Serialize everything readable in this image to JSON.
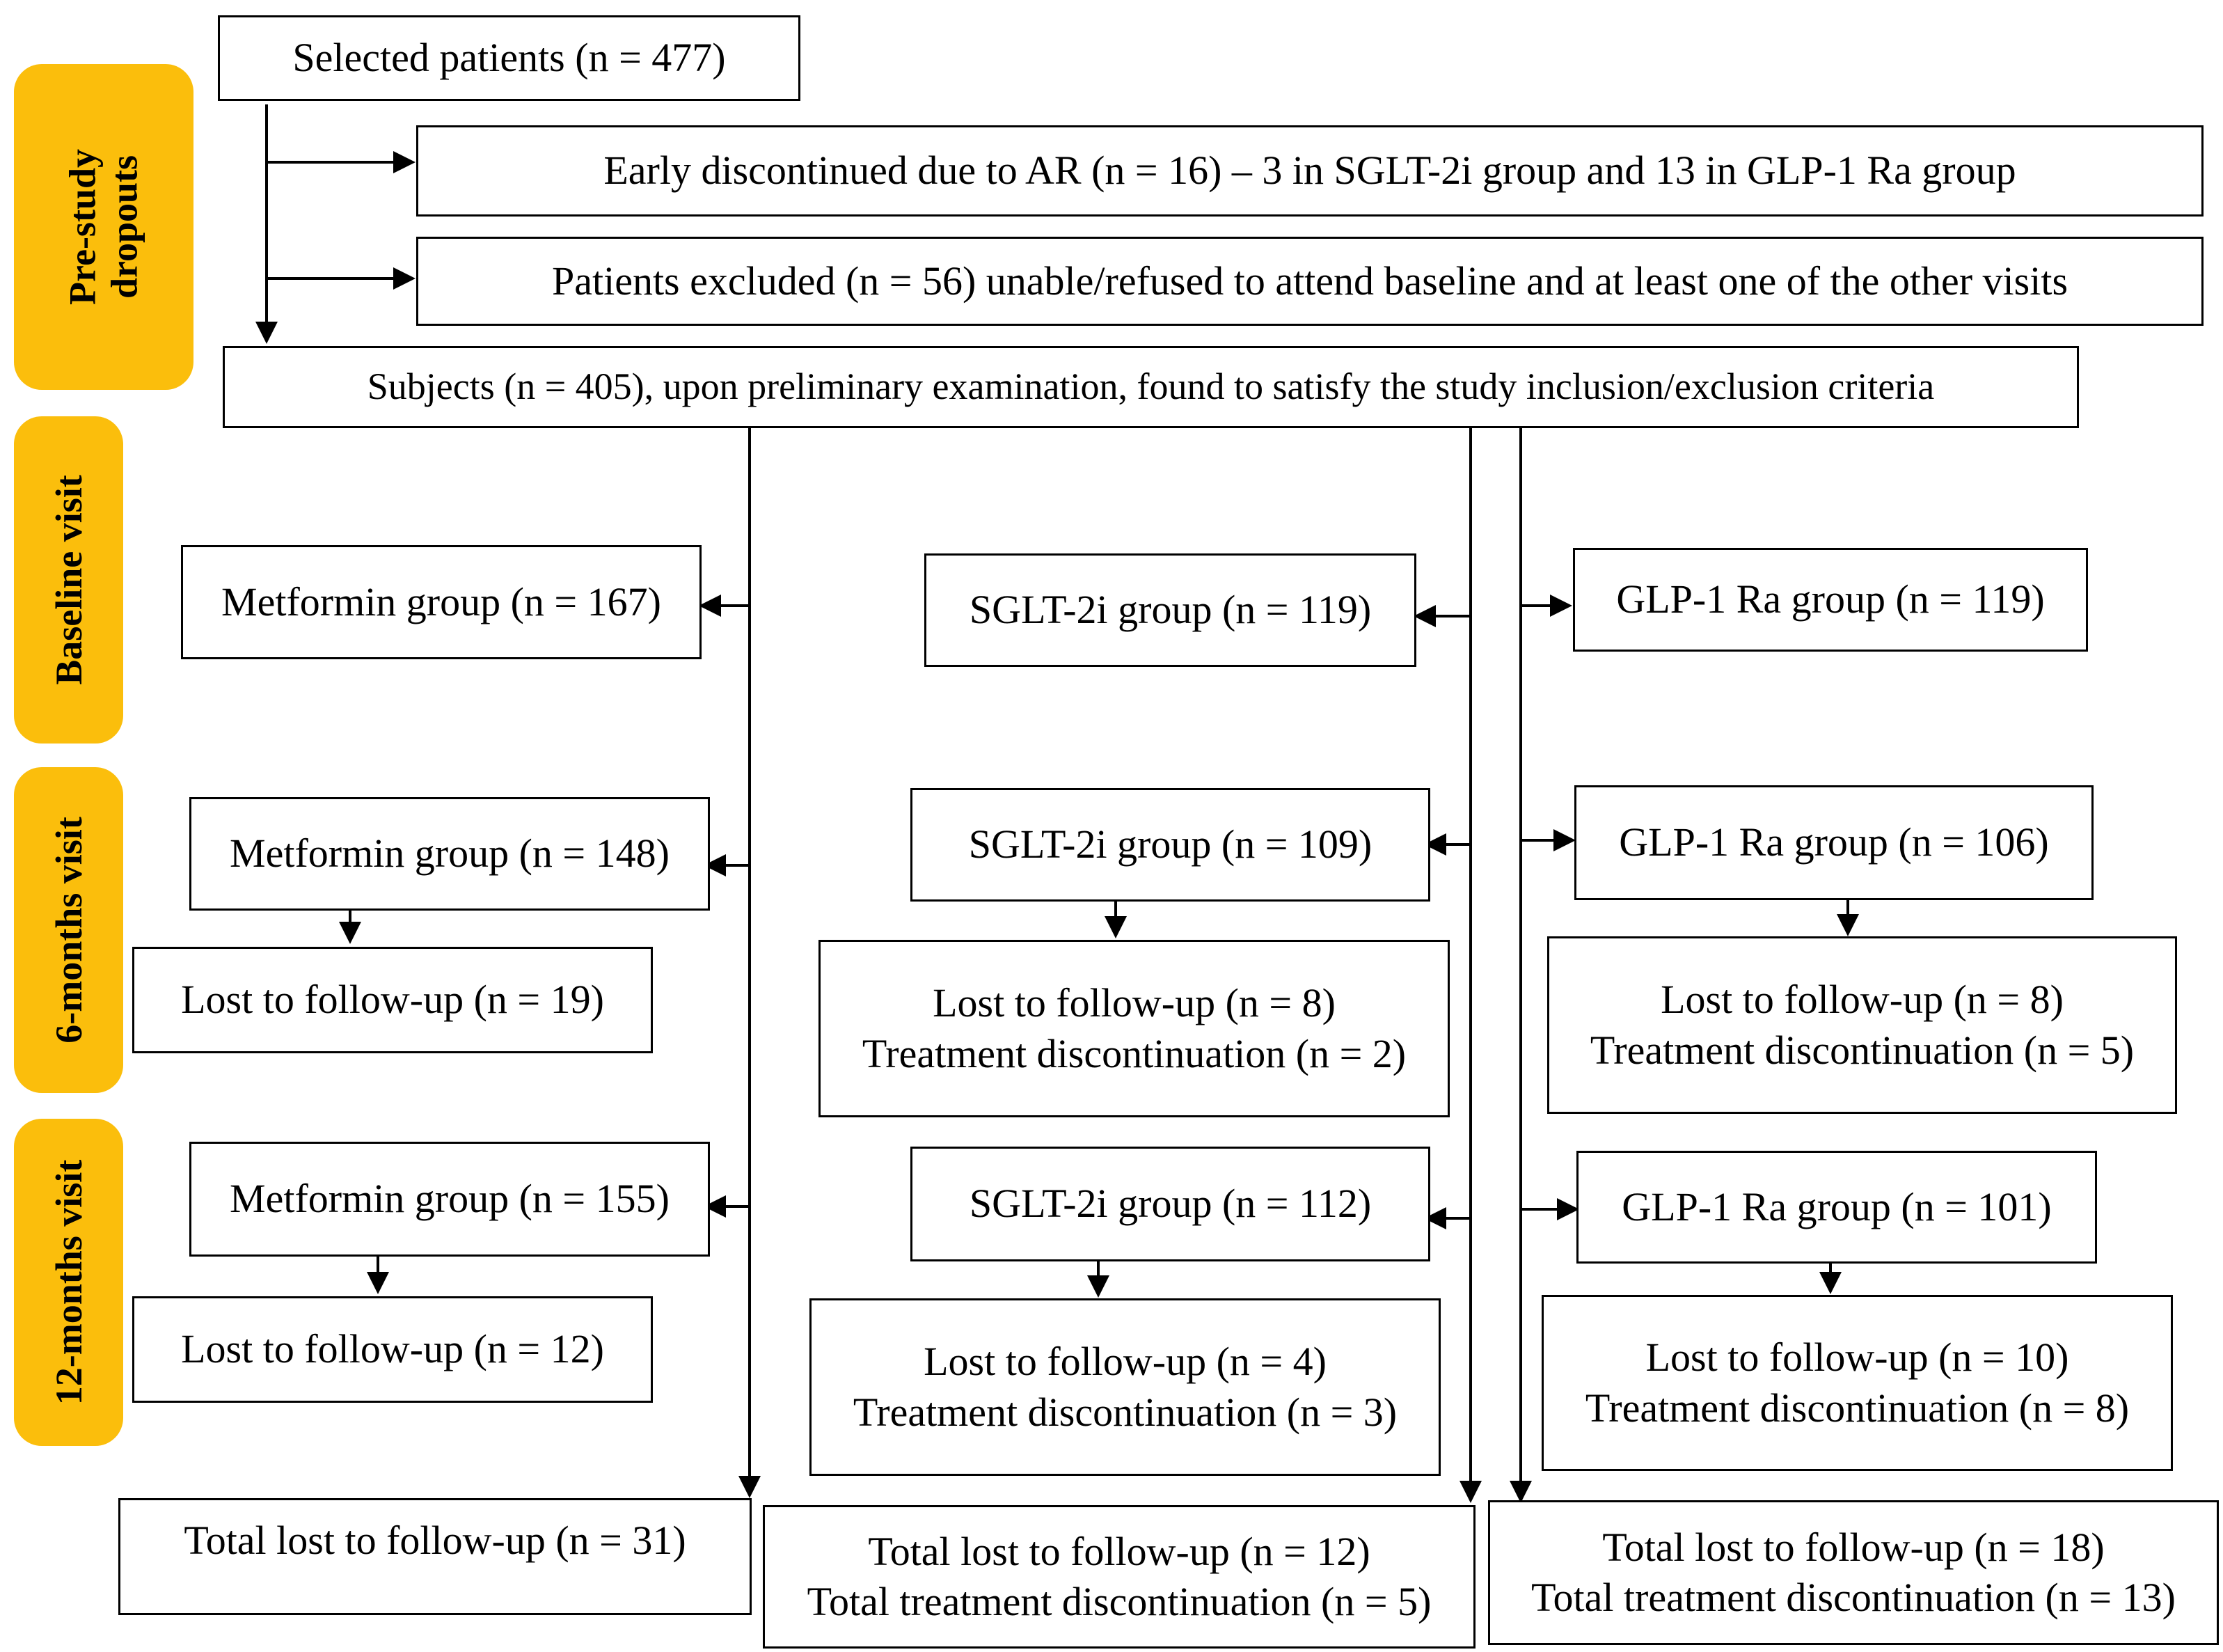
{
  "stages": [
    {
      "lines": [
        "Pre-study",
        "dropouts"
      ]
    },
    {
      "lines": [
        "Baseline visit"
      ]
    },
    {
      "lines": [
        "6-months visit"
      ]
    },
    {
      "lines": [
        "12-months visit"
      ]
    }
  ],
  "colors": {
    "stage_fill": "#fbbe0c",
    "line": "#000000",
    "box_border": "#000000"
  },
  "top": {
    "selected": "Selected patients (n = 477)",
    "early_discontinued": "Early discontinued due to AR (n = 16) – 3 in SGLT-2i group and 13 in GLP-1 Ra group",
    "excluded": "Patients excluded (n = 56) unable/refused to attend baseline and at least one of the other visits",
    "subjects": "Subjects (n = 405), upon preliminary examination, found to satisfy the study inclusion/exclusion criteria"
  },
  "baseline": {
    "metformin": "Metformin group (n = 167)",
    "sglt2": "SGLT-2i group (n = 119)",
    "glp1": "GLP-1 Ra group (n = 119)"
  },
  "six_months": {
    "metformin": "Metformin group (n = 148)",
    "metformin_lost": "Lost to follow-up (n = 19)",
    "sglt2": "SGLT-2i group (n = 109)",
    "sglt2_lost": "Lost to follow-up (n = 8)",
    "sglt2_disc": "Treatment discontinuation (n = 2)",
    "glp1": "GLP-1 Ra group (n = 106)",
    "glp1_lost": "Lost to follow-up (n = 8)",
    "glp1_disc": "Treatment discontinuation (n = 5)"
  },
  "twelve_months": {
    "metformin": "Metformin group (n = 155)",
    "metformin_lost": "Lost to follow-up (n = 12)",
    "sglt2": "SGLT-2i group (n = 112)",
    "sglt2_lost": "Lost to follow-up (n = 4)",
    "sglt2_disc": "Treatment discontinuation (n = 3)",
    "glp1": "GLP-1 Ra group (n = 101)",
    "glp1_lost": "Lost to follow-up (n = 10)",
    "glp1_disc": "Treatment discontinuation (n = 8)"
  },
  "totals": {
    "metformin_lost": "Total lost to follow-up (n = 31)",
    "sglt2_lost": "Total lost to follow-up (n = 12)",
    "sglt2_disc": "Total treatment discontinuation (n = 5)",
    "glp1_lost": "Total lost to follow-up (n = 18)",
    "glp1_disc": "Total treatment discontinuation (n = 13)"
  }
}
